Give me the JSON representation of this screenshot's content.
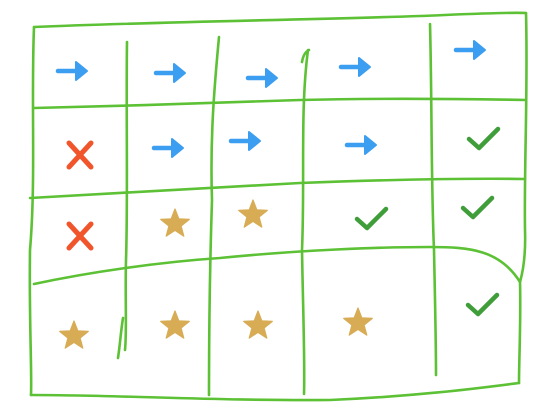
{
  "colors": {
    "grid": "#5cc135",
    "arrow": "#3c9ef0",
    "cross": "#f0552c",
    "check": "#3f9e3a",
    "star": "#d7ac55",
    "background": "#ffffff"
  },
  "icon_names": {
    "arrow": "arrow-right-icon",
    "cross": "cross-icon",
    "check": "checkmark-icon",
    "star": "star-icon"
  },
  "grid": {
    "rows": 4,
    "columns": 5,
    "cells": [
      [
        "arrow",
        "arrow",
        "arrow",
        "arrow",
        "arrow"
      ],
      [
        "cross",
        "arrow",
        "arrow",
        "arrow",
        "check"
      ],
      [
        "cross",
        "star",
        "star",
        "check",
        "check"
      ],
      [
        "star",
        "star",
        "star",
        "star",
        "check"
      ]
    ]
  }
}
